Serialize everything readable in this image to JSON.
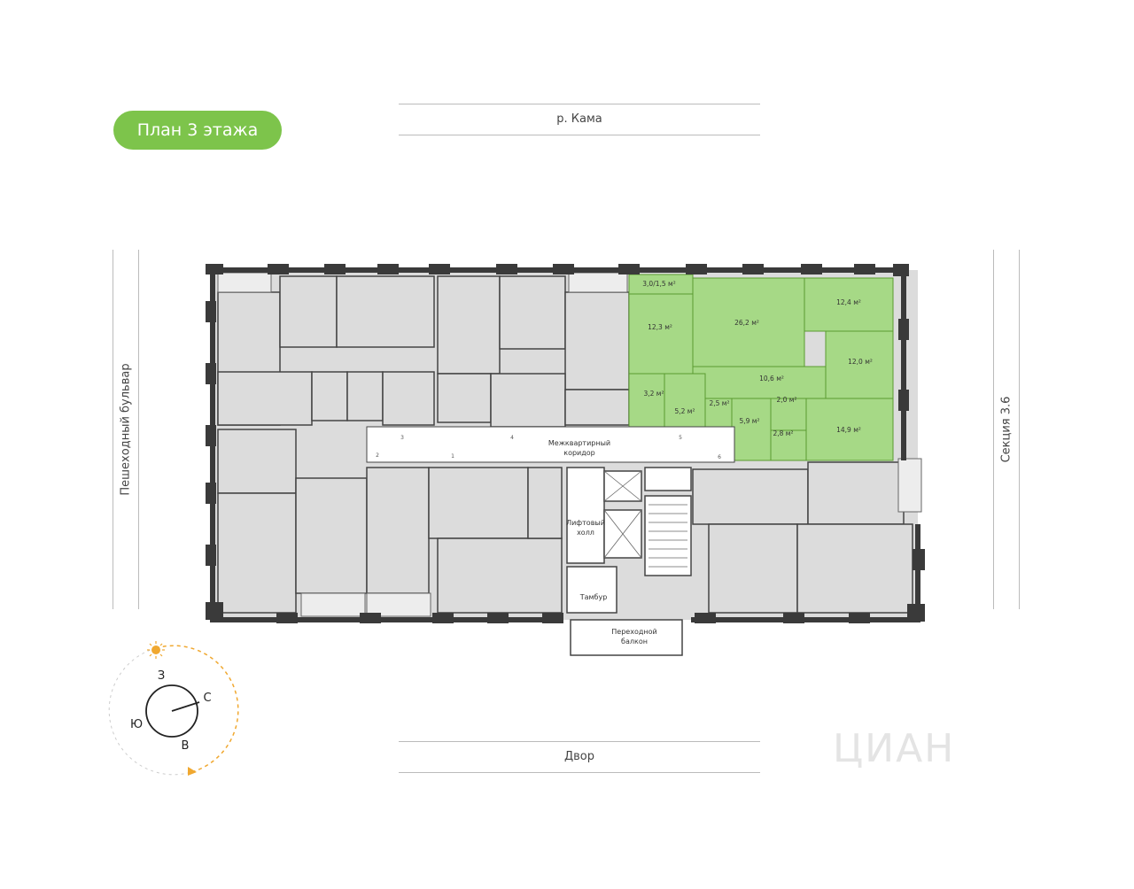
{
  "title": "План 3 этажа",
  "streets": {
    "top": "р. Кама",
    "bottom": "Двор",
    "left": "Пешеходный бульвар",
    "right": "Секция 3.6"
  },
  "rooms": [
    {
      "label": "3,0/1,5 м²"
    },
    {
      "label": "12,3 м²"
    },
    {
      "label": "26,2 м²"
    },
    {
      "label": "12,4 м²"
    },
    {
      "label": "12,0 м²"
    },
    {
      "label": "10,6 м²"
    },
    {
      "label": "3,2 м²"
    },
    {
      "label": "5,2 м²"
    },
    {
      "label": "2,5 м²"
    },
    {
      "label": "5,9 м²"
    },
    {
      "label": "2,0 м²"
    },
    {
      "label": "2,8 м²"
    },
    {
      "label": "14,9 м²"
    }
  ],
  "common_areas": {
    "corridor_1": "Межквартирный",
    "corridor_2": "коридор",
    "lift_1": "Лифтовый",
    "lift_2": "холл",
    "vestibule": "Тамбур",
    "balcony_1": "Переходной",
    "balcony_2": "балкон"
  },
  "doors": [
    "1",
    "2",
    "3",
    "4",
    "5",
    "6"
  ],
  "compass": {
    "north": "С",
    "south": "Ю",
    "west": "З",
    "east": "В"
  },
  "watermark": "ЦИАН",
  "colors": {
    "highlight": "#a6d986",
    "highlight_border": "#7dc44b",
    "apartment_fill": "#dcdcdc",
    "wall": "#3a3a3a",
    "accent_badge": "#7dc44b",
    "sun": "#f0a830"
  },
  "icons": {
    "sun": "sun-icon",
    "compass": "compass-icon"
  }
}
